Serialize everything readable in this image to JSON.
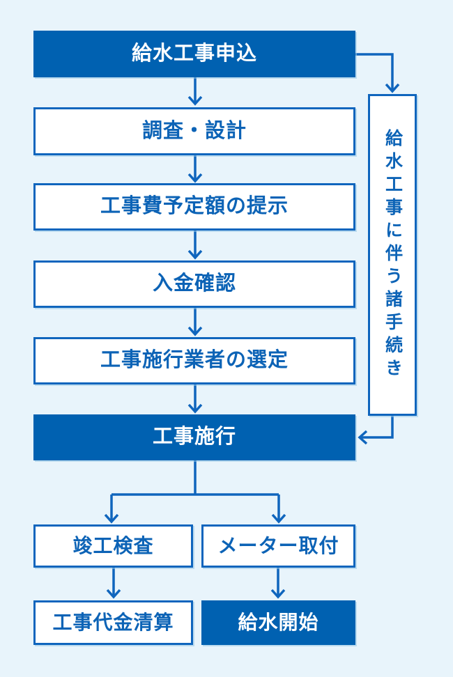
{
  "diagram": {
    "title_semantic": "water-supply-construction-flowchart",
    "accent_color": "#0061b1",
    "background_color": "#e8f4fb",
    "steps": {
      "apply": "給水工事申込",
      "survey": "調査・設計",
      "estimate": "工事費予定額の提示",
      "payment": "入金確認",
      "contractor": "工事施行業者の選定",
      "construction": "工事施行",
      "inspection": "竣工検査",
      "meter": "メーター取付",
      "settlement": "工事代金清算",
      "start": "給水開始"
    },
    "side_note": "給水工事に伴う諸手続き"
  }
}
